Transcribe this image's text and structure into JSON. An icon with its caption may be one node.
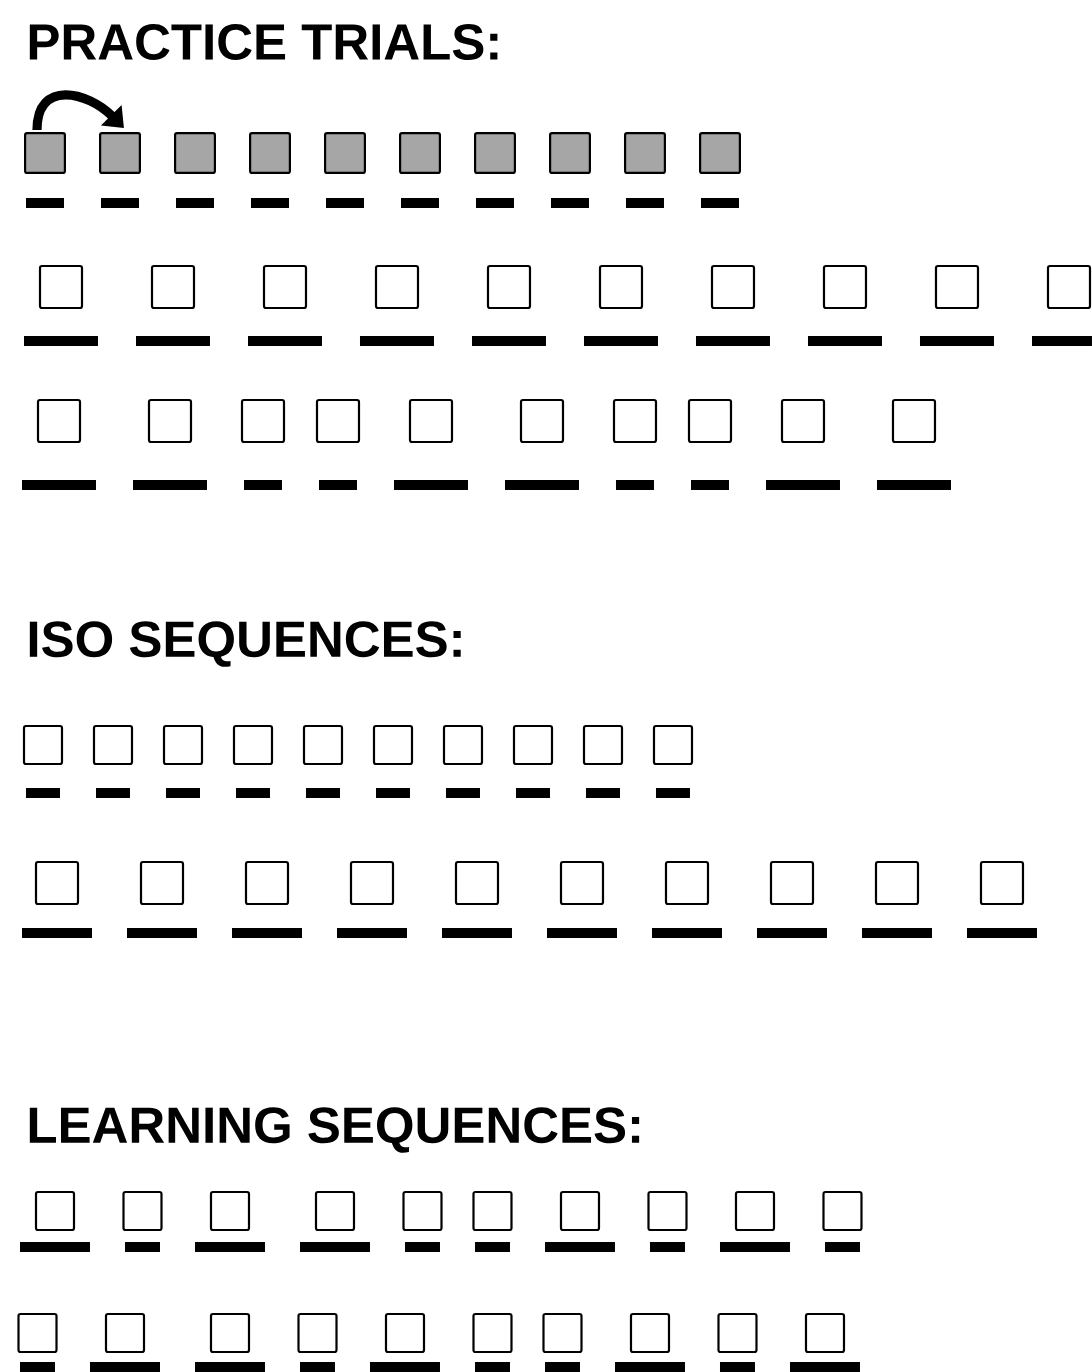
{
  "diagram": {
    "nodes": [
      {
        "text": [],
        "shape": "box"
      },
      {
        "text": [],
        "shape": "box"
      },
      {
        "text": [],
        "shape": "box"
      },
      {
        "text": [],
        "shape": "box"
      },
      {
        "text": [],
        "shape": "box"
      },
      {
        "text": [],
        "shape": "box"
      },
      {
        "text": [],
        "shape": "box"
      },
      {
        "text": [],
        "shape": "box"
      },
      {
        "text": [],
        "shape": "box"
      },
      {
        "text": [],
        "shape": "box"
      }
    ],
    "edges": [
      {
        "from": 0,
        "to": 1,
        "arrow": "to"
      }
    ],
    "labels": [
      "PRACTICE TRIALS:",
      "ISO SEQUENCES:",
      "LEARNING SEQUENCES:"
    ]
  }
}
